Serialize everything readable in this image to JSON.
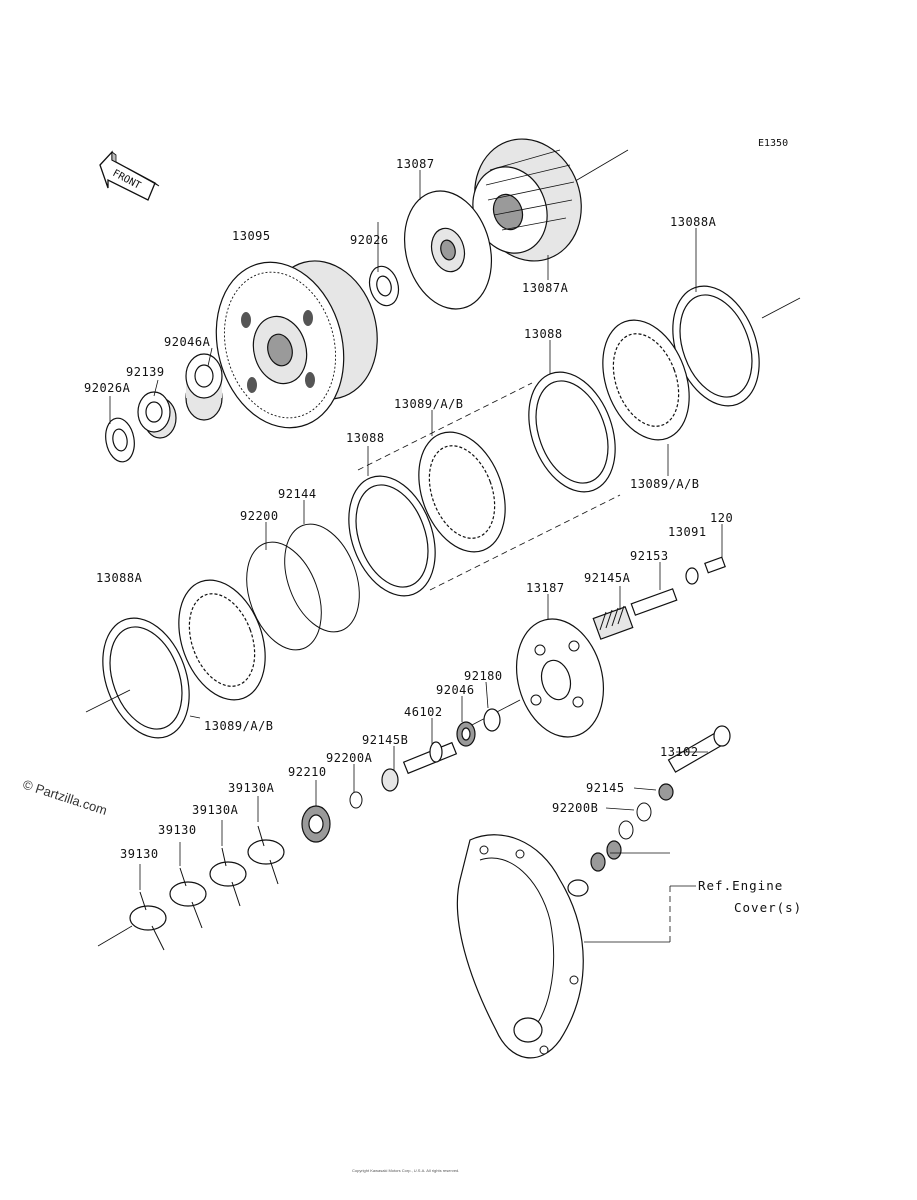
{
  "diagram": {
    "code": "E1350",
    "front_label": "FRONT",
    "watermark": "© Partzilla.com",
    "footer": "Copyright Kawasaki Motors Corp., U.S.A. All rights reserved.",
    "reference_note": {
      "line1": "Ref.Engine",
      "line2": "Cover(s)"
    },
    "part_labels": {
      "p13087": "13087",
      "p13087A": "13087A",
      "p13095": "13095",
      "p92026": "92026",
      "p13088A_top": "13088A",
      "p13088_top": "13088",
      "p92046A": "92046A",
      "p92139": "92139",
      "p92026A": "92026A",
      "p13089_mid": "13089/A/B",
      "p13088_mid": "13088",
      "p13089_right": "13089/A/B",
      "p92144": "92144",
      "p92200": "92200",
      "p13088A_left": "13088A",
      "p13089_bottom": "13089/A/B",
      "p120": "120",
      "p13091": "13091",
      "p92153": "92153",
      "p92145A": "92145A",
      "p13187": "13187",
      "p92180": "92180",
      "p92046": "92046",
      "p46102": "46102",
      "p92145B": "92145B",
      "p92200A": "92200A",
      "p92210": "92210",
      "p39130A_a": "39130A",
      "p39130A_b": "39130A",
      "p39130_a": "39130",
      "p39130_b": "39130",
      "p13102": "13102",
      "p92145": "92145",
      "p92200B": "92200B"
    }
  }
}
